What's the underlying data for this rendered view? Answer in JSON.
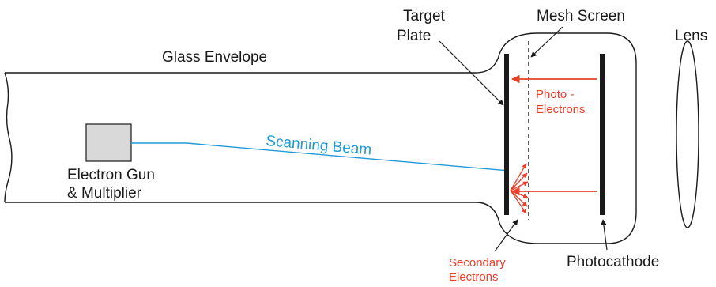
{
  "labels": {
    "target_plate_line1": "Target",
    "target_plate_line2": "Plate",
    "mesh_screen": "Mesh Screen",
    "lens": "Lens",
    "glass_envelope": "Glass Envelope",
    "photo_electrons_line1": "Photo -",
    "photo_electrons_line2": "Electrons",
    "scanning_beam": "Scanning Beam",
    "electron_gun_line1": "Electron Gun",
    "electron_gun_line2": "& Multiplier",
    "secondary_electrons_line1": "Secondary",
    "secondary_electrons_line2": "Electrons",
    "photocathode": "Photocathode"
  },
  "colors": {
    "outline": "#1a1a1a",
    "photo_electrons": "#e8402a",
    "secondary_electrons": "#e8402a",
    "scanning_beam": "#1f9ad6",
    "electron_gun_fill": "#d9d9d9"
  }
}
